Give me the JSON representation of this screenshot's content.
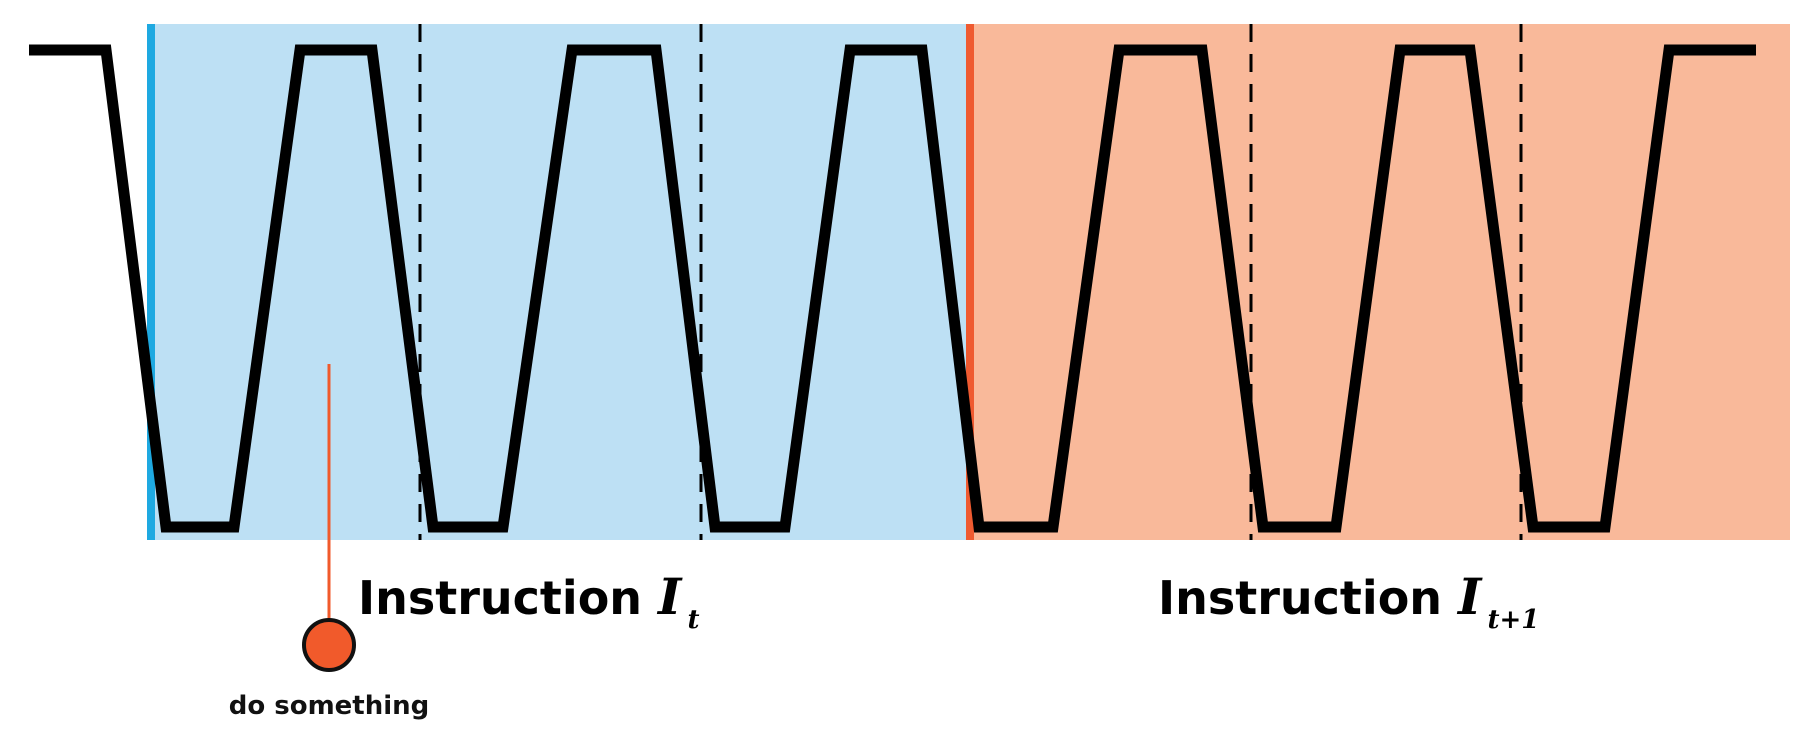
{
  "colors": {
    "background": "#ffffff",
    "region_current": "#bde0f4",
    "region_next": "#f9b99a",
    "boundary_current": "#1ea9e1",
    "boundary_next": "#ef5a30",
    "waveform": "#000000",
    "divider": "#000000",
    "marker": "#f15a2b",
    "marker_stroke": "#111111"
  },
  "labels": {
    "instruction_current_word": "Instruction",
    "instruction_current_symbol": "I",
    "instruction_current_subscript": "t",
    "instruction_next_word": "Instruction",
    "instruction_next_symbol": "I",
    "instruction_next_subscript": "t+1",
    "marker_caption": "do something"
  },
  "dashed_dividers_per_region": 2
}
